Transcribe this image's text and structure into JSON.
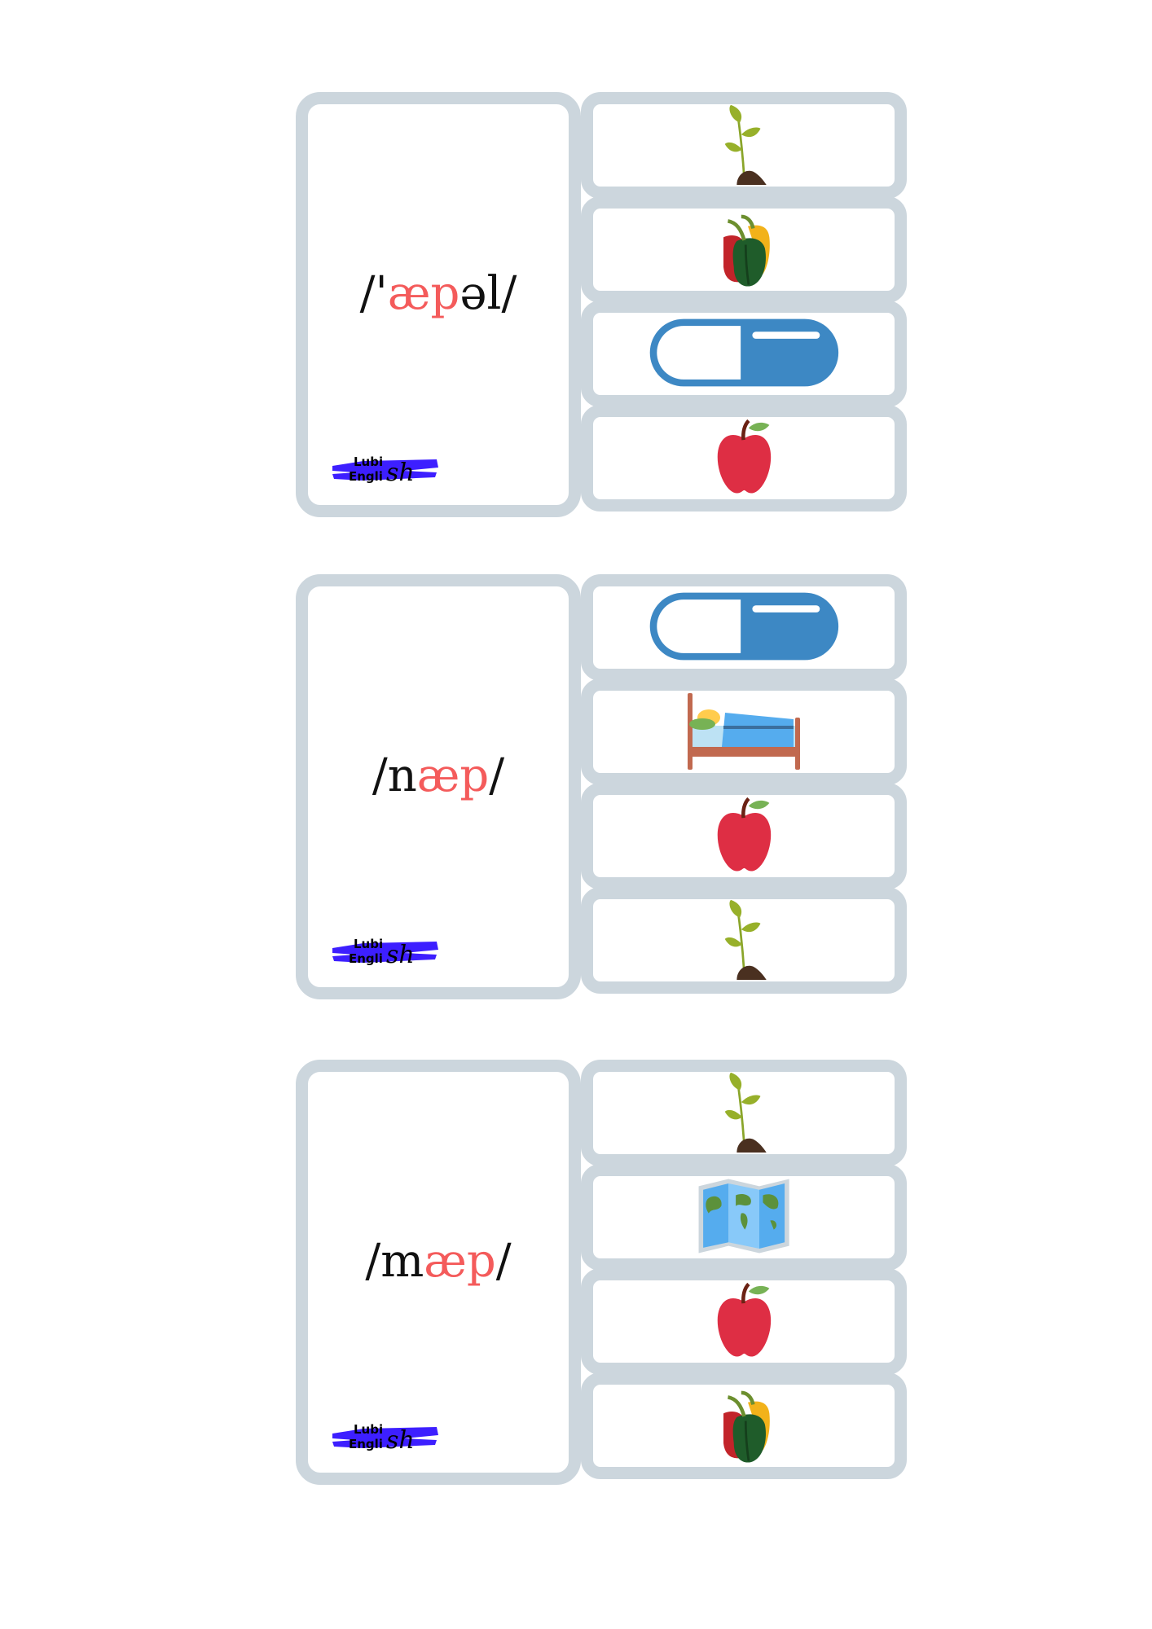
{
  "brand": {
    "line1": "Lubi",
    "line2": "Engli",
    "script": "sh"
  },
  "colors": {
    "border": "#ccd6dd",
    "highlight": "#f45b5b",
    "logo_brush": "#3d1fff"
  },
  "cards": [
    {
      "ipa": [
        {
          "text": "/'",
          "hl": false
        },
        {
          "text": "æp",
          "hl": true
        },
        {
          "text": "əl/",
          "hl": false
        }
      ],
      "pictures": [
        "seedling-icon",
        "bell-pepper-icon",
        "pill-icon",
        "apple-icon"
      ]
    },
    {
      "ipa": [
        {
          "text": "/n",
          "hl": false
        },
        {
          "text": "æp",
          "hl": true
        },
        {
          "text": "/",
          "hl": false
        }
      ],
      "pictures": [
        "pill-icon",
        "bed-icon",
        "apple-icon",
        "seedling-icon"
      ]
    },
    {
      "ipa": [
        {
          "text": "/m",
          "hl": false
        },
        {
          "text": "æp",
          "hl": true
        },
        {
          "text": "/",
          "hl": false
        }
      ],
      "pictures": [
        "seedling-icon",
        "map-icon",
        "apple-icon",
        "bell-pepper-icon"
      ]
    }
  ]
}
